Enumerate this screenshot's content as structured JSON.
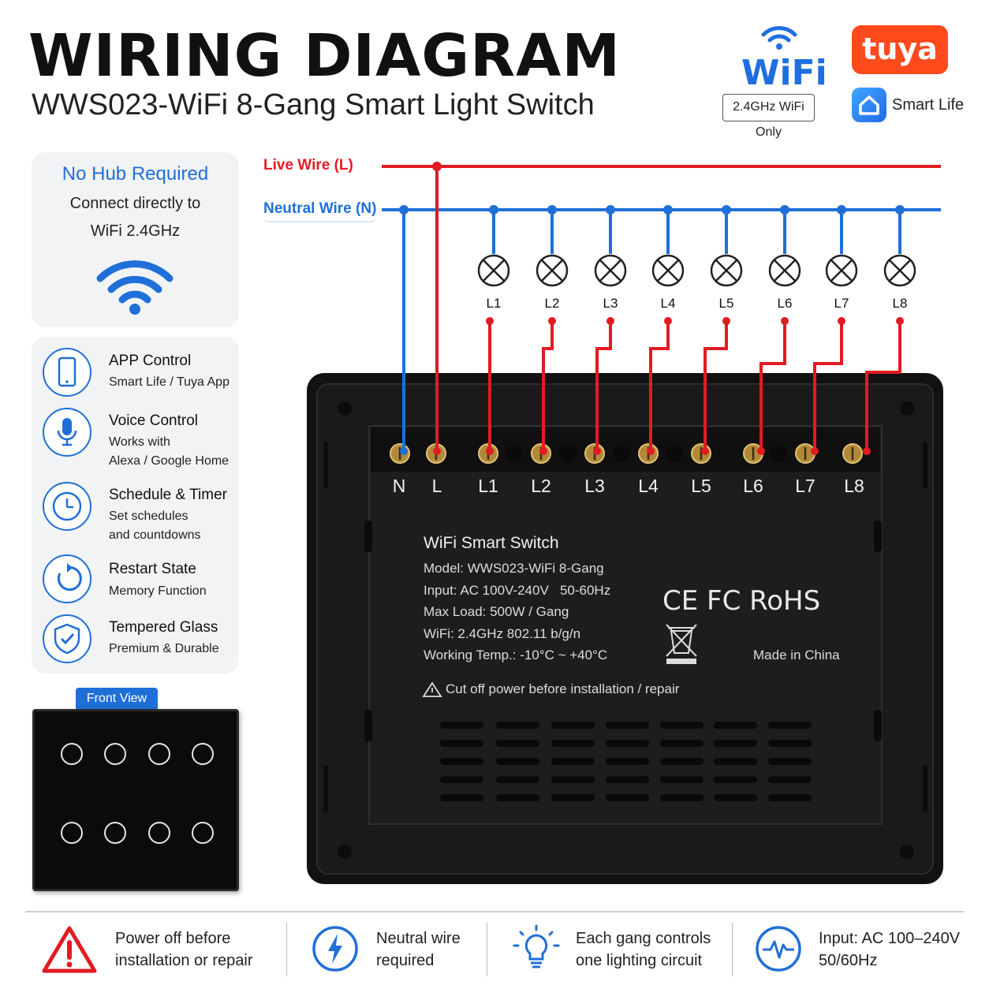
{
  "header": {
    "title": "WIRING DIAGRAM",
    "subtitle": "WWS023-WiFi 8-Gang Smart Light Switch",
    "wifi_logo_text": "WiFi",
    "wifi_note": "2.4GHz WiFi Only",
    "tuya_logo_text": "tuya",
    "smart_life_label": "Smart Life"
  },
  "hub_card": {
    "title": "No Hub Required",
    "line1": "Connect directly to",
    "line2": "WiFi 2.4GHz"
  },
  "features": [
    {
      "icon": "phone-icon",
      "title": "APP Control",
      "lines": [
        "Smart Life / Tuya App"
      ]
    },
    {
      "icon": "microphone-icon",
      "title": "Voice Control",
      "lines": [
        "Works with",
        "Alexa / Google Home"
      ]
    },
    {
      "icon": "clock-icon",
      "title": "Schedule & Timer",
      "lines": [
        "Set schedules",
        "and countdowns"
      ]
    },
    {
      "icon": "restart-icon",
      "title": "Restart State",
      "lines": [
        "Memory Function"
      ]
    },
    {
      "icon": "shield-icon",
      "title": "Tempered Glass",
      "lines": [
        "Premium & Durable"
      ]
    }
  ],
  "front_view": {
    "label": "Front View",
    "buttons": 8
  },
  "wires": {
    "live_label": "Live Wire (L)",
    "neutral_label": "Neutral Wire (N)",
    "live_color": "#e21b23",
    "neutral_color": "#1f6fd8"
  },
  "lamps": [
    "L1",
    "L2",
    "L3",
    "L4",
    "L5",
    "L6",
    "L7",
    "L8"
  ],
  "terminals": [
    "N",
    "L",
    "L1",
    "L2",
    "L3",
    "L4",
    "L5",
    "L6",
    "L7",
    "L8"
  ],
  "switch_label": {
    "title": "WiFi Smart Switch",
    "specs": [
      "Model: WWS023-WiFi 8-Gang",
      "Input: AC 100V-240V   50-60Hz",
      "Max Load: 500W / Gang",
      "WiFi: 2.4GHz 802.11 b/g/n",
      "Working Temp.: -10°C ~ +40°C"
    ],
    "certifications": "CE FC RoHS",
    "made_in": "Made in China",
    "warning": "Cut off power before installation / repair"
  },
  "bottom_notes": [
    {
      "icon": "warning-icon",
      "lines": [
        "Power off before",
        "installation or repair"
      ]
    },
    {
      "icon": "lightning-icon",
      "lines": [
        "Neutral wire",
        "required"
      ]
    },
    {
      "icon": "bulb-icon",
      "lines": [
        "Each gang controls",
        "one lighting circuit"
      ]
    },
    {
      "icon": "pulse-icon",
      "lines": [
        "Input: AC 100–240V",
        "50/60Hz"
      ]
    }
  ]
}
